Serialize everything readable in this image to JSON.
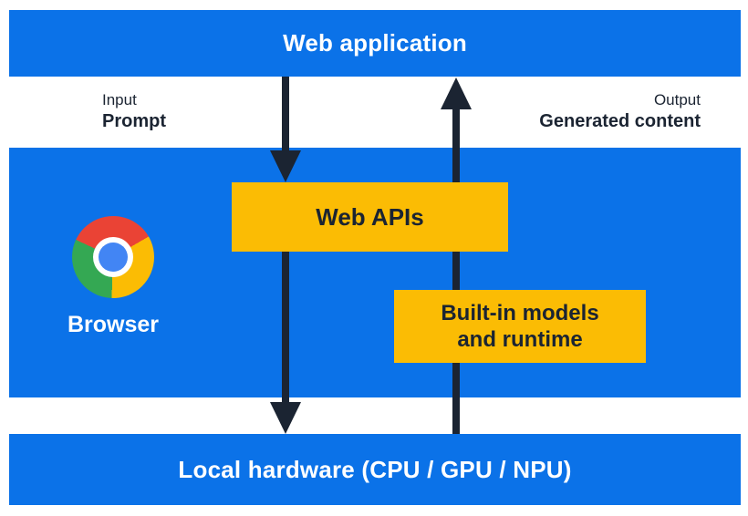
{
  "colors": {
    "blue": "#0b72e8",
    "yellow": "#fbbc04",
    "dark": "#1b2432",
    "chrome_red": "#ea4335",
    "chrome_yellow": "#fbbc04",
    "chrome_green": "#34a853",
    "chrome_blue": "#4285f4"
  },
  "top_bar": {
    "label": "Web application"
  },
  "flows": {
    "input": {
      "caption": "Input",
      "value": "Prompt"
    },
    "output": {
      "caption": "Output",
      "value": "Generated content"
    }
  },
  "browser": {
    "label": "Browser",
    "logo": "chrome-logo"
  },
  "web_apis_box": {
    "label": "Web APIs"
  },
  "builtin_box": {
    "lines": [
      "Built-in models",
      "and runtime"
    ]
  },
  "bottom_bar": {
    "label": "Local hardware (CPU / GPU / NPU)"
  }
}
